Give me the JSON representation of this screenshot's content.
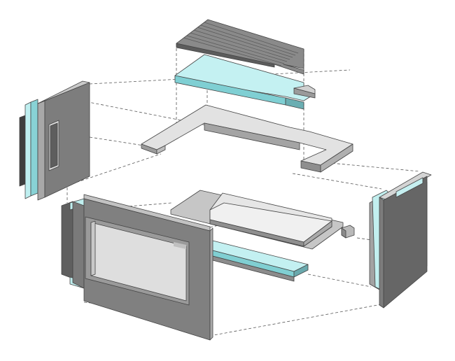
{
  "diagram": {
    "kind": "exploded-isometric-assembly",
    "text": [],
    "components": [
      {
        "name": "roof-decking",
        "shade": "dark-gray"
      },
      {
        "name": "roof-insulation-panel",
        "shade": "light-cyan"
      },
      {
        "name": "top-frame",
        "shade": "light-gray"
      },
      {
        "name": "left-side-wall",
        "shade": "gray"
      },
      {
        "name": "right-side-wall",
        "shade": "gray"
      },
      {
        "name": "front-window-wall",
        "shade": "gray"
      },
      {
        "name": "floor-panel",
        "shade": "light-gray"
      },
      {
        "name": "floor-insulation-strip",
        "shade": "light-cyan"
      }
    ],
    "colors": {
      "dark": "#6d6d6d",
      "mid": "#8e8e8e",
      "light": "#dcdcdc",
      "lighter": "#ececec",
      "cyan": "#bdeff0",
      "cyan_dark": "#86d4d7",
      "glass": "#d7d7d7",
      "guide": "#555555"
    }
  }
}
